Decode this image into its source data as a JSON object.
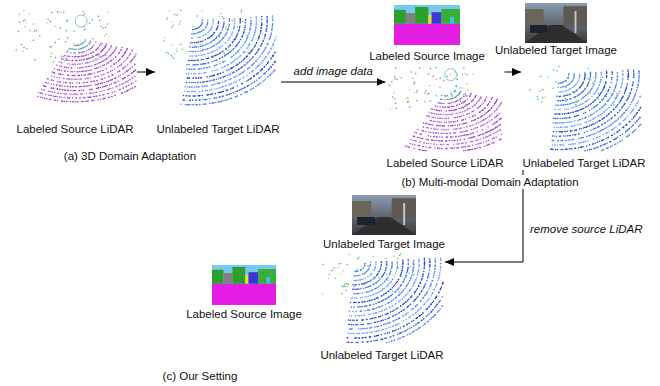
{
  "diagram": {
    "nodes": [
      {
        "text": [
          "Labeled Source LiDAR"
        ]
      },
      {
        "text": [
          "Unlabeled Target LiDAR"
        ]
      },
      {
        "text": [
          "Labeled Source Image"
        ]
      },
      {
        "text": [
          "Unlabeled Target Image"
        ]
      },
      {
        "text": [
          "Labeled Source LiDAR"
        ]
      },
      {
        "text": [
          "Unlabeled Target LiDAR"
        ]
      },
      {
        "text": [
          "Unlabeled Target Image"
        ]
      },
      {
        "text": [
          "Labeled Source Image"
        ]
      },
      {
        "text": [
          "Unlabeled Target LiDAR"
        ]
      }
    ],
    "edges": [
      {
        "from": 0,
        "to": 1,
        "arrow": "to"
      },
      {
        "from": 1,
        "to": 4,
        "label": "add image data",
        "arrow": "to"
      },
      {
        "from": 4,
        "to": 5,
        "arrow": "to"
      },
      {
        "from": 5,
        "to": 8,
        "label": "remove source LiDAR",
        "arrow": "to"
      }
    ],
    "labels": [
      "(a) 3D Domain Adaptation",
      "(b) Multi-modal Domain Adaptation",
      "(c) Our Setting"
    ]
  }
}
